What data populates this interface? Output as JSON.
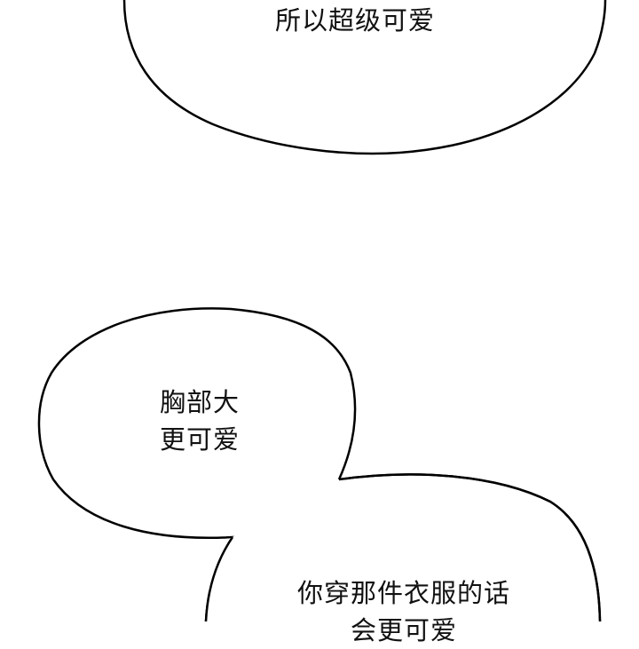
{
  "panel": {
    "background": "#ffffff",
    "stroke_color": "#000000"
  },
  "bubbles": [
    {
      "id": "bubble-top",
      "lines": [
        "所以超级可爱"
      ]
    },
    {
      "id": "bubble-left",
      "lines": [
        "胸部大",
        "更可爱"
      ]
    },
    {
      "id": "bubble-bottom",
      "lines": [
        "你穿那件衣服的话",
        "会更可爱"
      ]
    }
  ]
}
